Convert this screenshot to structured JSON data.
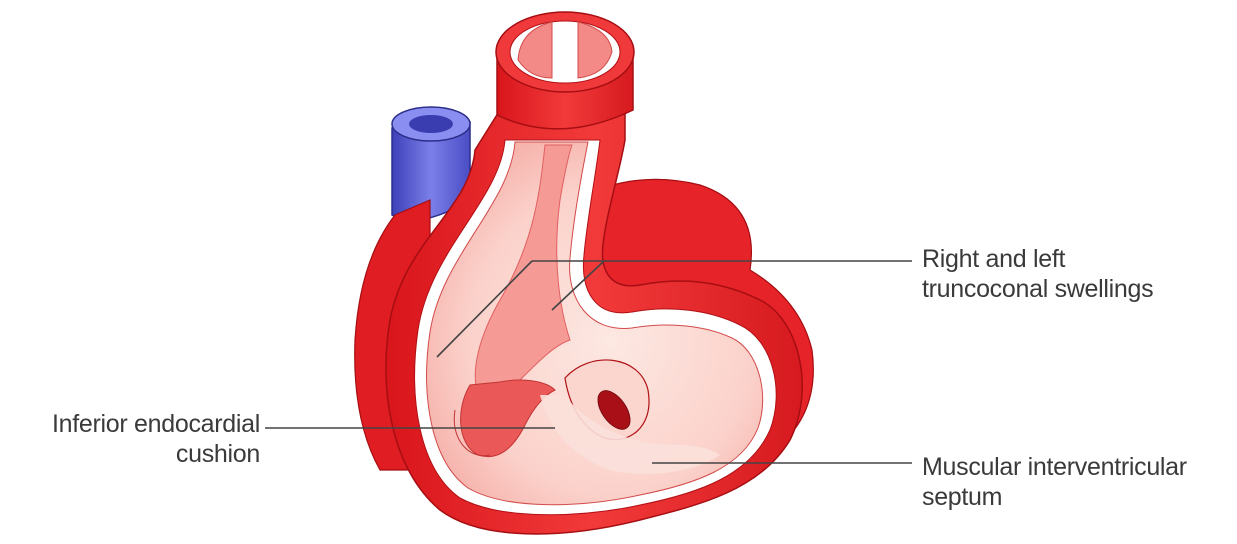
{
  "labels": {
    "inferior_endocardial_cushion": {
      "line1": "Inferior endocardial",
      "line2": "cushion"
    },
    "truncoconal_swellings": {
      "line1": "Right and left",
      "line2": "truncoconal swellings"
    },
    "muscular_septum": {
      "line1": "Muscular interventricular",
      "line2": "septum"
    }
  },
  "colors": {
    "outer_wall": "#e8262a",
    "wall_inner": "#f04a4a",
    "lumen": "#fbd9d3",
    "lumen_light": "#fde9e4",
    "cushion": "#f3807f",
    "vein": "#5b5fd6",
    "leader_line": "#444444",
    "text": "#3a3a3a"
  }
}
